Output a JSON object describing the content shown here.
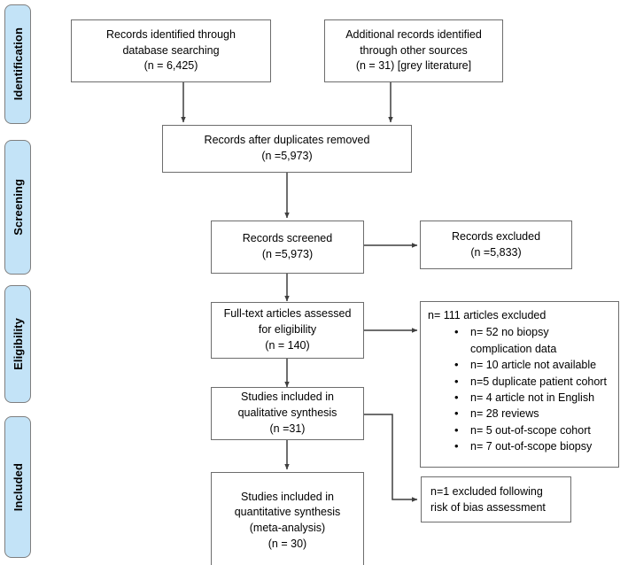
{
  "diagram": {
    "title": "PRISMA study selection flow diagram",
    "accent_color": "#c3e3f7",
    "border_color": "#6d6d6d",
    "connector_color": "#3f3f3f",
    "background": "#ffffff"
  },
  "stages": [
    {
      "label": "Identification"
    },
    {
      "label": "Screening"
    },
    {
      "label": "Eligibility"
    },
    {
      "label": "Included"
    }
  ],
  "boxes": {
    "database_search": "Records identified through\ndatabase searching\n(n = 6,425)",
    "other_sources": "Additional records identified\nthrough other sources\n(n = 31) [grey literature]",
    "duplicates_removed": "Records after duplicates removed\n(n =5,973)",
    "records_screened": "Records screened\n(n =5,973)",
    "records_excluded": "Records excluded\n(n =5,833)",
    "fulltext_assessed": "Full-text articles assessed\nfor eligibility\n(n = 140)",
    "qualitative_synthesis": "Studies included in\nqualitative synthesis\n(n =31)",
    "quantitative_synthesis": "Studies included in\nquantitative synthesis\n(meta-analysis)\n(n = 30)",
    "risk_of_bias_excluded": "n=1 excluded following\nrisk of bias assessment"
  },
  "exclusions": {
    "heading": "n= 111 articles excluded",
    "items": [
      "n= 52 no biopsy complication data",
      "n= 10 article not available",
      "n=5 duplicate patient cohort",
      "n= 4 article not in English",
      "n= 28 reviews",
      "n= 5 out-of-scope cohort",
      "n= 7 out-of-scope biopsy"
    ]
  },
  "chart_data": {
    "type": "diagram",
    "title": "PRISMA flow of study selection",
    "nodes": [
      {
        "id": "database_search",
        "label": "Records identified through database searching",
        "n": 6425
      },
      {
        "id": "other_sources",
        "label": "Additional records identified through other sources",
        "n": 31,
        "note": "grey literature"
      },
      {
        "id": "duplicates_removed",
        "label": "Records after duplicates removed",
        "n": 5973
      },
      {
        "id": "records_screened",
        "label": "Records screened",
        "n": 5973
      },
      {
        "id": "records_excluded",
        "label": "Records excluded",
        "n": 5833
      },
      {
        "id": "fulltext_assessed",
        "label": "Full-text articles assessed for eligibility",
        "n": 140
      },
      {
        "id": "articles_excluded",
        "label": "articles excluded",
        "n": 111
      },
      {
        "id": "qualitative_synthesis",
        "label": "Studies included in qualitative synthesis",
        "n": 31
      },
      {
        "id": "risk_of_bias_excluded",
        "label": "excluded following risk of bias assessment",
        "n": 1
      },
      {
        "id": "quantitative_synthesis",
        "label": "Studies included in quantitative synthesis (meta-analysis)",
        "n": 30
      }
    ],
    "exclusion_breakdown": [
      {
        "reason": "no biopsy complication data",
        "n": 52
      },
      {
        "reason": "article not available",
        "n": 10
      },
      {
        "reason": "duplicate patient cohort",
        "n": 5
      },
      {
        "reason": "article not in English",
        "n": 4
      },
      {
        "reason": "reviews",
        "n": 28
      },
      {
        "reason": "out-of-scope cohort",
        "n": 5
      },
      {
        "reason": "out-of-scope biopsy",
        "n": 7
      }
    ],
    "edges": [
      {
        "from": "database_search",
        "to": "duplicates_removed"
      },
      {
        "from": "other_sources",
        "to": "duplicates_removed"
      },
      {
        "from": "duplicates_removed",
        "to": "records_screened"
      },
      {
        "from": "records_screened",
        "to": "records_excluded"
      },
      {
        "from": "records_screened",
        "to": "fulltext_assessed"
      },
      {
        "from": "fulltext_assessed",
        "to": "articles_excluded"
      },
      {
        "from": "fulltext_assessed",
        "to": "qualitative_synthesis"
      },
      {
        "from": "qualitative_synthesis",
        "to": "risk_of_bias_excluded"
      },
      {
        "from": "qualitative_synthesis",
        "to": "quantitative_synthesis"
      }
    ],
    "stages": [
      "Identification",
      "Screening",
      "Eligibility",
      "Included"
    ]
  }
}
